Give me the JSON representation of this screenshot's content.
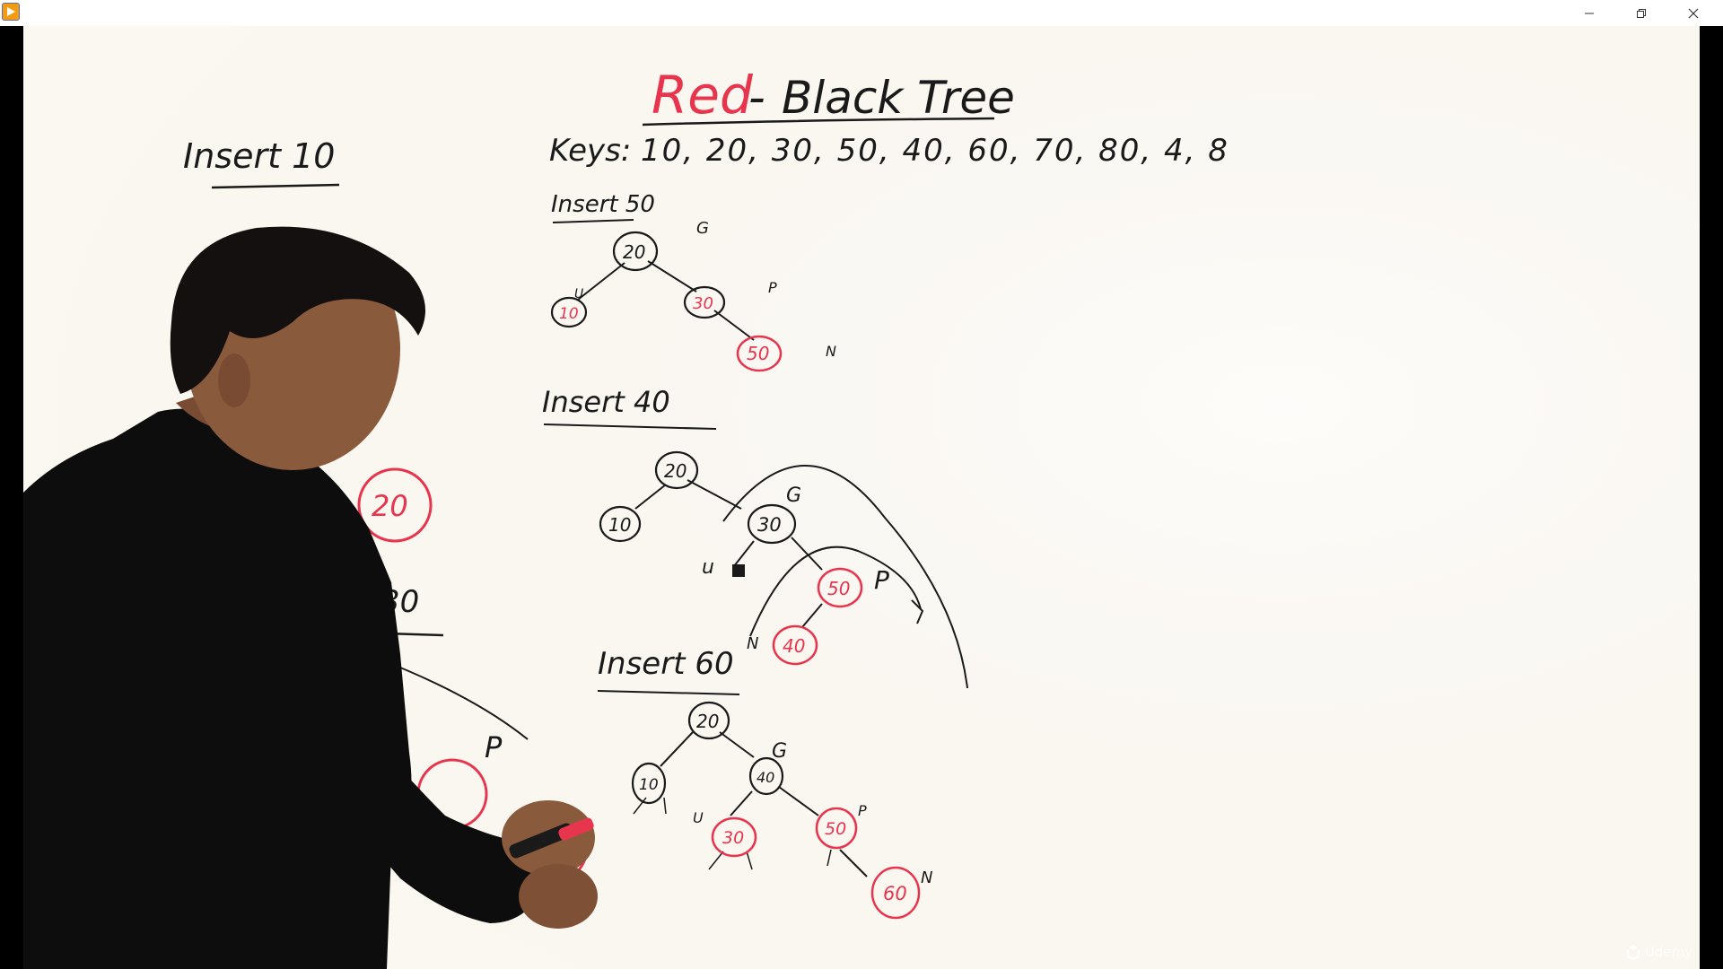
{
  "window": {
    "controls": {
      "minimize": "minimize-icon",
      "restore": "restore-icon",
      "close": "close-icon"
    }
  },
  "board": {
    "title_red": "Red",
    "title_dash": "-",
    "title_black": "Black Tree",
    "keys_label": "Keys:",
    "keys_values": "10, 20, 30, 50, 40, 60, 70, 80, 4, 8",
    "left_heading": "Insert 10",
    "left_heading2": "30",
    "left_node": "20",
    "left_p": "P",
    "section1": {
      "heading": "Insert 50",
      "nodes": [
        "20",
        "10",
        "30",
        "50"
      ],
      "labels": {
        "g": "G",
        "u": "U",
        "p": "P",
        "n": "N"
      }
    },
    "section2": {
      "heading": "Insert 40",
      "nodes": [
        "20",
        "10",
        "30",
        "50",
        "40"
      ],
      "labels": {
        "g": "G",
        "u": "u",
        "p": "P",
        "n": "N"
      }
    },
    "section3": {
      "heading": "Insert 60",
      "nodes": [
        "20",
        "10",
        "40",
        "30",
        "50",
        "60"
      ],
      "labels": {
        "g": "G",
        "u": "U",
        "p": "P",
        "n": "N"
      }
    }
  },
  "watermark": "Udemy",
  "colors": {
    "ink_black": "#1a1a1a",
    "ink_red": "#e8354e",
    "board_bg": "#fbf8f2",
    "icon_orange": "#f39c12"
  }
}
